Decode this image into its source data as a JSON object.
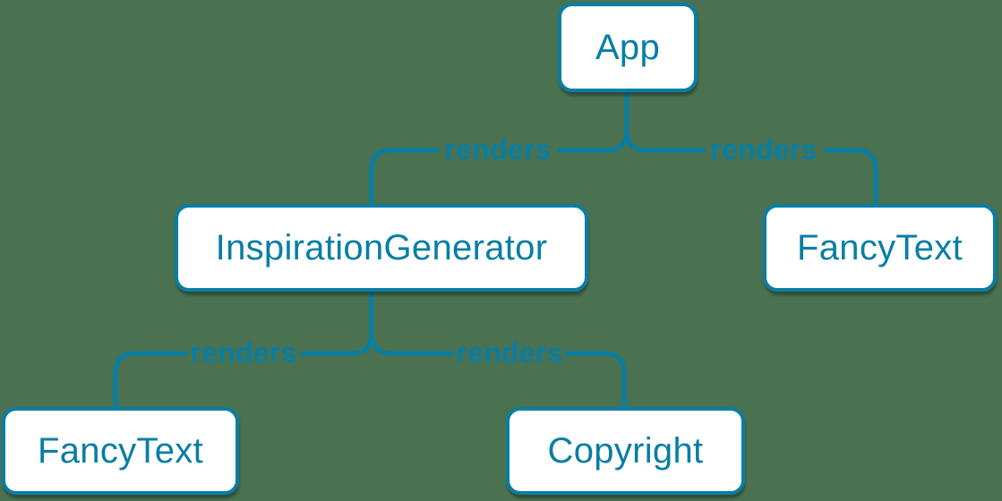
{
  "diagram": {
    "type": "component-render-tree",
    "colors": {
      "background": "#4a7251",
      "accent": "#087ea4",
      "node_fill": "#ffffff"
    },
    "nodes": [
      {
        "id": "app",
        "label": "App"
      },
      {
        "id": "inspiration-generator",
        "label": "InspirationGenerator"
      },
      {
        "id": "fancy-text-right",
        "label": "FancyText"
      },
      {
        "id": "fancy-text-left",
        "label": "FancyText"
      },
      {
        "id": "copyright",
        "label": "Copyright"
      }
    ],
    "edges": [
      {
        "from": "App",
        "to": "InspirationGenerator",
        "label": "renders"
      },
      {
        "from": "App",
        "to": "FancyText",
        "label": "renders"
      },
      {
        "from": "InspirationGenerator",
        "to": "FancyText",
        "label": "renders"
      },
      {
        "from": "InspirationGenerator",
        "to": "Copyright",
        "label": "renders"
      }
    ]
  }
}
